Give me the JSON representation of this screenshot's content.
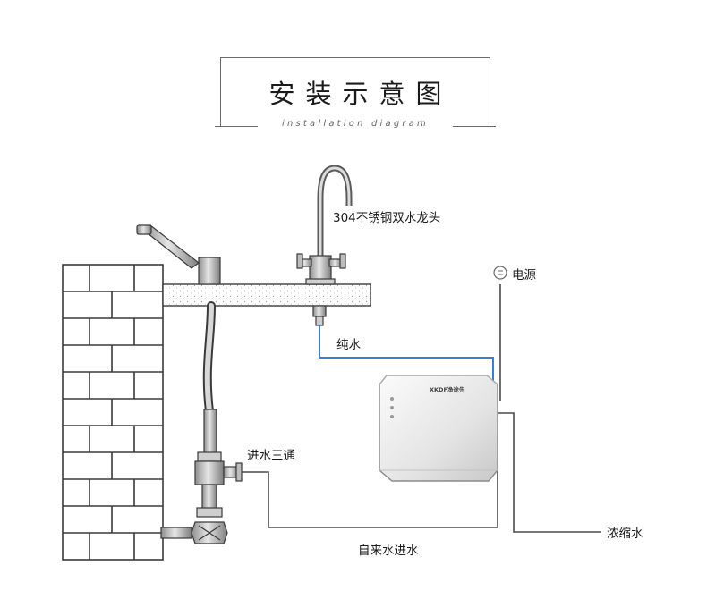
{
  "title": {
    "main": "安装示意图",
    "subtitle": "installation diagram"
  },
  "labels": {
    "faucet": "304不锈钢双水龙头",
    "power": "电源",
    "pure_water": "纯水",
    "tee": "进水三通",
    "tap_water_inlet": "自来水进水",
    "concentrate": "浓缩水"
  },
  "device": {
    "brand": "XKDF净途先"
  },
  "colors": {
    "pure_water_line": "#3b7fd1",
    "pipe_line": "#4a4a4a",
    "brick_outline": "#3a3a3a"
  },
  "icons": {
    "power": "power-socket-icon"
  }
}
